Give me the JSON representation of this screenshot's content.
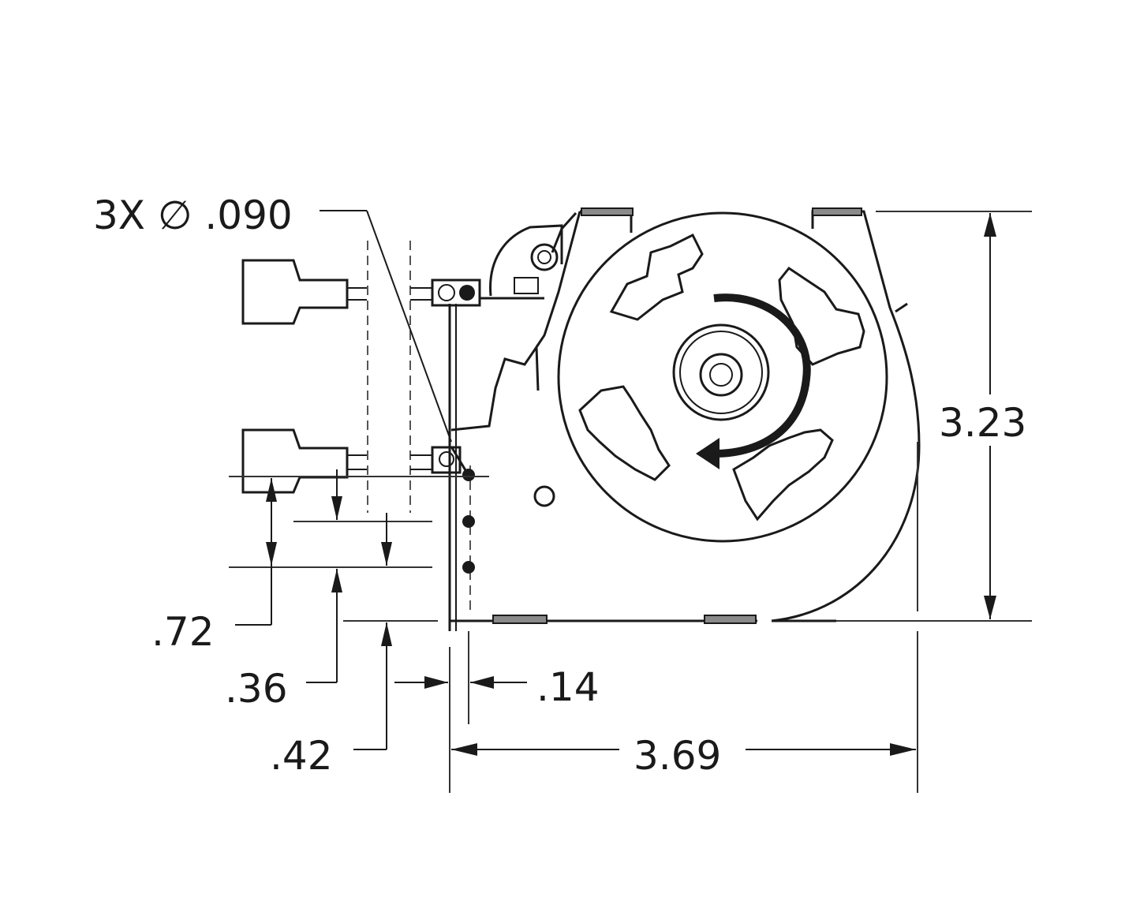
{
  "diagram": {
    "callout_hole": "3X ∅ .090",
    "dims": {
      "height": "3.23",
      "width": "3.69",
      "d072": ".72",
      "d036": ".36",
      "d042": ".42",
      "d014": ".14"
    },
    "colors": {
      "line": "#1a1a1a",
      "pad": "#8a8a8a",
      "background": "#ffffff"
    }
  }
}
